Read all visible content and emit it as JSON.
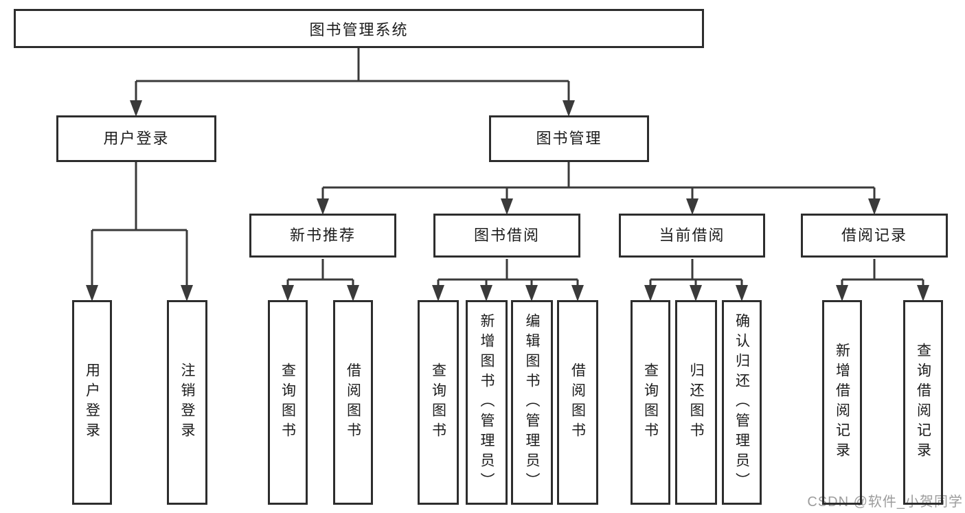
{
  "nodes": {
    "root": {
      "label": "图书管理系统"
    },
    "user_login": {
      "label": "用户登录",
      "children": [
        {
          "label": "用户登录"
        },
        {
          "label": "注销登录"
        }
      ]
    },
    "book_mgmt": {
      "label": "图书管理"
    },
    "new_book_rec": {
      "label": "新书推荐",
      "children": [
        {
          "label": "查询图书"
        },
        {
          "label": "借阅图书"
        }
      ]
    },
    "book_borrow": {
      "label": "图书借阅",
      "children": [
        {
          "label": "查询图书"
        },
        {
          "label": "新增图书（管理员）"
        },
        {
          "label": "编辑图书（管理员）"
        },
        {
          "label": "借阅图书"
        }
      ]
    },
    "current_borrow": {
      "label": "当前借阅",
      "children": [
        {
          "label": "查询图书"
        },
        {
          "label": "归还图书"
        },
        {
          "label": "确认归还（管理员）"
        }
      ]
    },
    "borrow_records": {
      "label": "借阅记录",
      "children": [
        {
          "label": "新增借阅记录"
        },
        {
          "label": "查询借阅记录"
        }
      ]
    }
  },
  "watermark": {
    "text": "CSDN @软件_小贺同学"
  },
  "colors": {
    "line": "#3a3a3a",
    "border": "#2d2d2d",
    "text": "#1c1c1c",
    "background": "#ffffff",
    "watermark": "#9c9c9c"
  }
}
